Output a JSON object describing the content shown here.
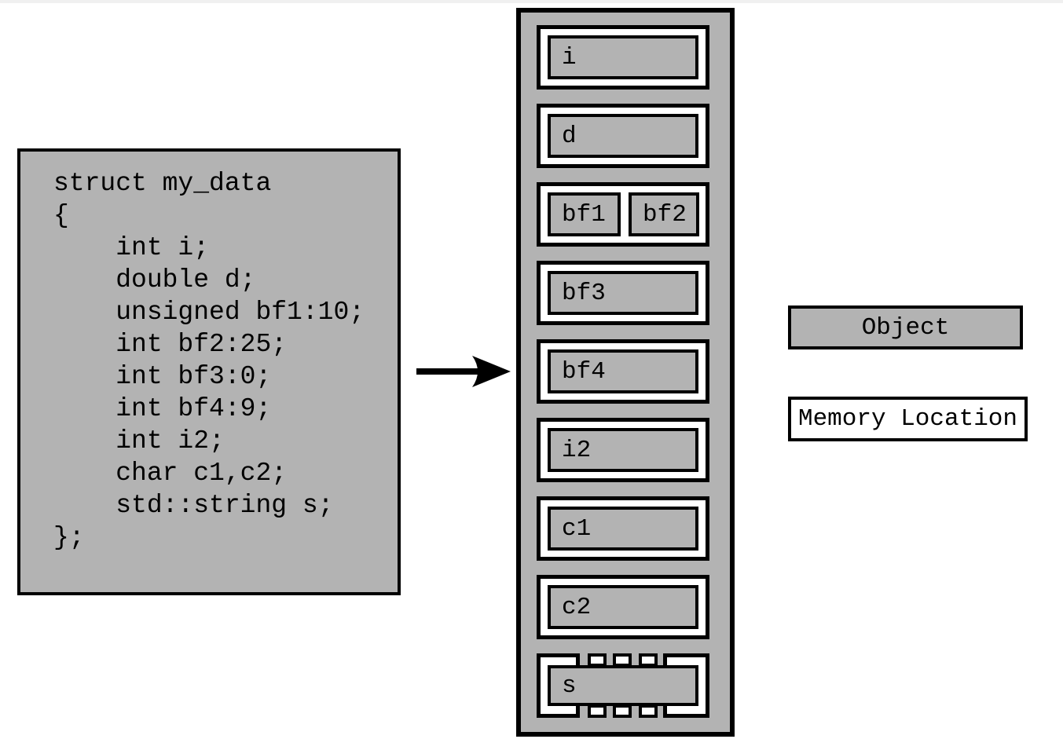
{
  "colors": {
    "object_fill": "#b3b3b3",
    "memory_location_fill": "#ffffff",
    "border": "#000000",
    "top_strip": "#f0f0f0"
  },
  "code_block": {
    "lines": [
      "struct my_data",
      "{",
      "    int i;",
      "    double d;",
      "    unsigned bf1:10;",
      "    int bf2:25;",
      "    int bf3:0;",
      "    int bf4:9;",
      "    int i2;",
      "    char c1,c2;",
      "    std::string s;",
      "};"
    ]
  },
  "arrow": {
    "direction": "right"
  },
  "memory_column": {
    "rows": [
      {
        "objects": [
          "i"
        ]
      },
      {
        "objects": [
          "d"
        ]
      },
      {
        "objects": [
          "bf1",
          "bf2"
        ]
      },
      {
        "objects": [
          "bf3"
        ]
      },
      {
        "objects": [
          "bf4"
        ]
      },
      {
        "objects": [
          "i2"
        ]
      },
      {
        "objects": [
          "c1"
        ]
      },
      {
        "objects": [
          "c2"
        ]
      },
      {
        "objects": [
          "s"
        ],
        "style": "notched-memory-location"
      }
    ]
  },
  "legend": {
    "object_label": "Object",
    "memory_location_label": "Memory Location"
  }
}
